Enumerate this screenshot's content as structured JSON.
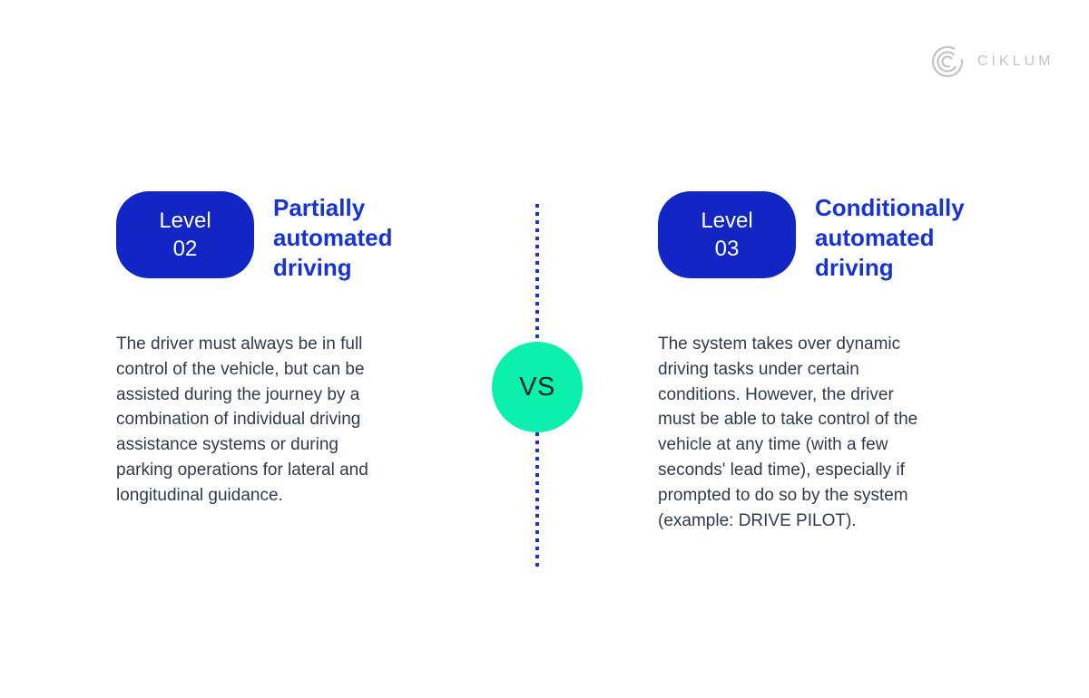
{
  "logo": {
    "text": "CIKLUM"
  },
  "comparison": {
    "vs_label": "VS",
    "left": {
      "badge": "Level\n02",
      "title": "Partially\nautomated\ndriving",
      "body": "The driver must always be in full\ncontrol of the vehicle, but can be\nassisted during the journey by a\ncombination of individual driving\nassistance systems or during\nparking operations for lateral and\nlongitudinal guidance."
    },
    "right": {
      "badge": "Level\n03",
      "title": "Conditionally\nautomated\ndriving",
      "body": "The system takes over dynamic\ndriving tasks under certain\nconditions. However, the driver\nmust be able to take control of the\nvehicle at any time (with a few\nseconds' lead time), especially if\nprompted to do so by the system\n(example: DRIVE PILOT)."
    }
  },
  "colors": {
    "badge-blue": "#1126c4",
    "title-blue": "#1733d6",
    "body-text": "#2e3b4e",
    "vs-green": "#0bf0ad",
    "vs-text": "#06241f",
    "line-blue": "#1b2ed0",
    "logo-gray": "#c4c4c4"
  }
}
